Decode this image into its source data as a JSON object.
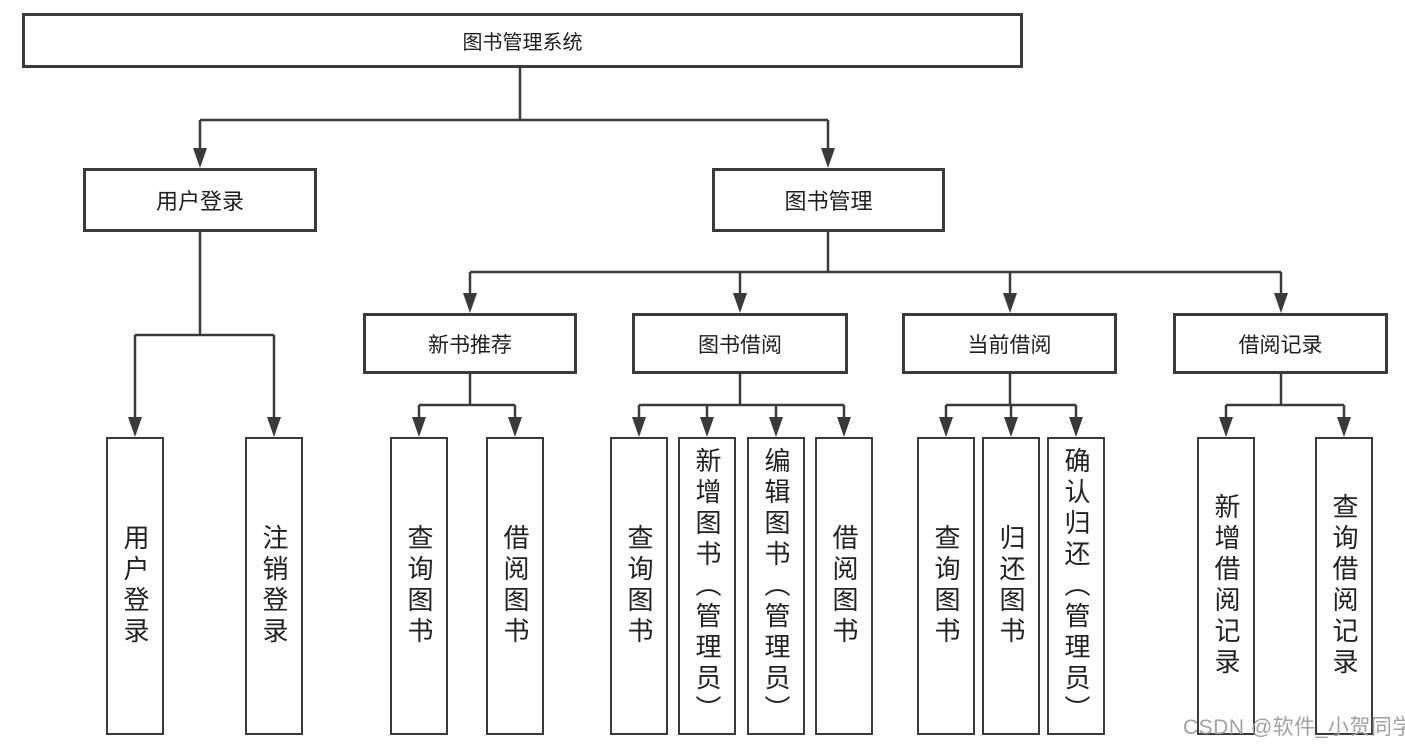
{
  "diagram": {
    "root": {
      "label": "图书管理系统"
    },
    "level2": [
      {
        "id": "user-login",
        "label": "用户登录"
      },
      {
        "id": "book-management",
        "label": "图书管理"
      }
    ],
    "level3": [
      {
        "id": "new-book-recommend",
        "label": "新书推荐"
      },
      {
        "id": "book-borrowing",
        "label": "图书借阅"
      },
      {
        "id": "current-borrowing",
        "label": "当前借阅"
      },
      {
        "id": "borrowing-records",
        "label": "借阅记录"
      }
    ],
    "leaves": [
      {
        "id": "user-login-leaf",
        "parent": "user-login",
        "label": "用户登录"
      },
      {
        "id": "logout",
        "parent": "user-login",
        "label": "注销登录"
      },
      {
        "id": "query-books-1",
        "parent": "new-book-recommend",
        "label": "查询图书"
      },
      {
        "id": "borrow-books-1",
        "parent": "new-book-recommend",
        "label": "借阅图书"
      },
      {
        "id": "query-books-2",
        "parent": "book-borrowing",
        "label": "查询图书"
      },
      {
        "id": "add-books-admin",
        "parent": "book-borrowing",
        "label": "新增图书（管理员）"
      },
      {
        "id": "edit-books-admin",
        "parent": "book-borrowing",
        "label": "编辑图书（管理员）"
      },
      {
        "id": "borrow-books-2",
        "parent": "book-borrowing",
        "label": "借阅图书"
      },
      {
        "id": "query-books-3",
        "parent": "current-borrowing",
        "label": "查询图书"
      },
      {
        "id": "return-books",
        "parent": "current-borrowing",
        "label": "归还图书"
      },
      {
        "id": "confirm-return-admin",
        "parent": "current-borrowing",
        "label": "确认归还（管理员）"
      },
      {
        "id": "add-borrow-record",
        "parent": "borrowing-records",
        "label": "新增借阅记录"
      },
      {
        "id": "query-borrow-record",
        "parent": "borrowing-records",
        "label": "查询借阅记录"
      }
    ],
    "watermark": "CSDN @软件_小贺同学",
    "colors": {
      "line": "#3a3a3a",
      "text": "#1f1f1f",
      "watermark": "#a2a2a2",
      "background": "#ffffff"
    }
  }
}
